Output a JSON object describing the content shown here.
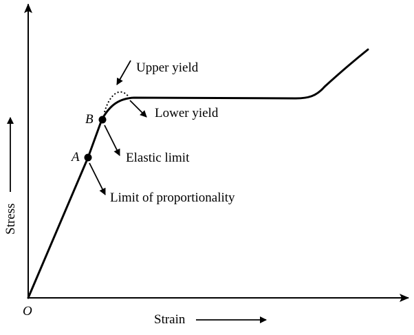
{
  "diagram": {
    "axes": {
      "x_label": "Strain",
      "y_label": "Stress",
      "origin_label": "O"
    },
    "points": [
      {
        "id": "A",
        "label": "A"
      },
      {
        "id": "B",
        "label": "B"
      }
    ],
    "annotations": {
      "upper_yield": "Upper yield",
      "lower_yield": "Lower yield",
      "elastic_limit": "Elastic limit",
      "limit_of_proportionality": "Limit of proportionality"
    }
  }
}
